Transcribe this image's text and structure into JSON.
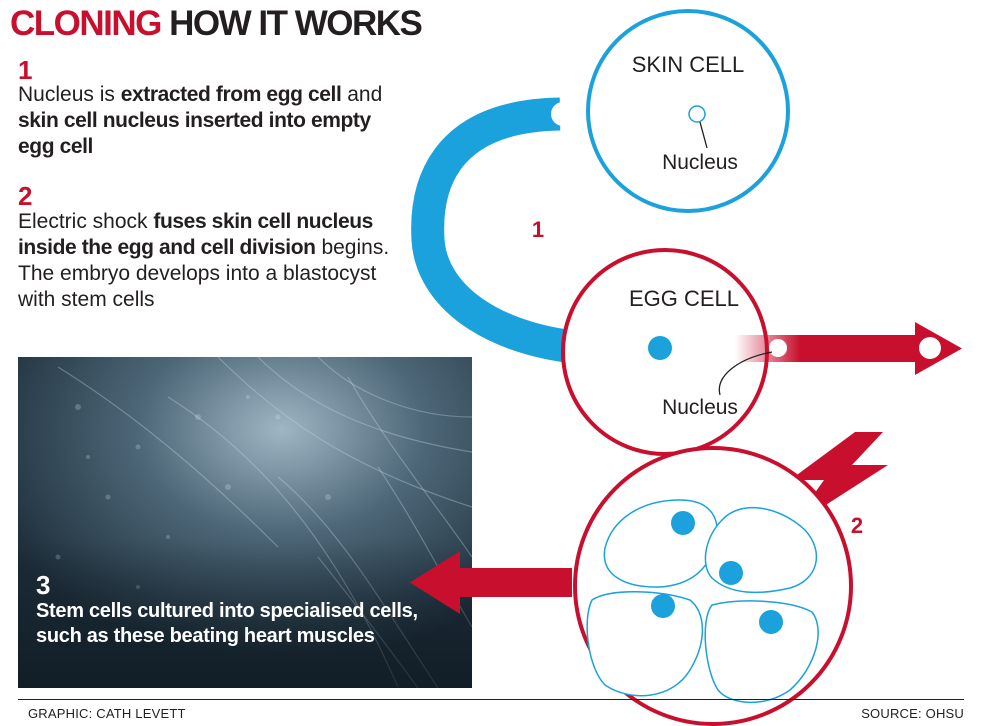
{
  "title": {
    "highlight": "CLONING",
    "rest": "HOW IT WORKS"
  },
  "steps": [
    {
      "number": "1",
      "parts": [
        "Nucleus is ",
        "extracted from egg cell",
        " and ",
        "skin cell nucleus inserted into empty egg cell"
      ]
    },
    {
      "number": "2",
      "parts": [
        "Electric shock ",
        "fuses skin cell nucleus inside the egg and cell division",
        " begins. The embryo develops into a blastocyst with stem cells"
      ]
    },
    {
      "number": "3",
      "text": "Stem cells cultured into specialised cells, such as these beating heart muscles"
    }
  ],
  "diagram": {
    "skin_cell_label": "SKIN CELL",
    "skin_nucleus_label": "Nucleus",
    "egg_cell_label": "EGG CELL",
    "egg_nucleus_label": "Nucleus",
    "arrow1_label": "1",
    "arrow2_label": "2"
  },
  "colors": {
    "red": "#c8102e",
    "blue": "#1ba1dc",
    "dark": "#231f20"
  },
  "icons": [
    "lightning-bolt-icon",
    "curved-arrow",
    "straight-arrow"
  ],
  "footer": {
    "credit": "GRAPHIC: CATH LEVETT",
    "source": "SOURCE: OHSU"
  }
}
